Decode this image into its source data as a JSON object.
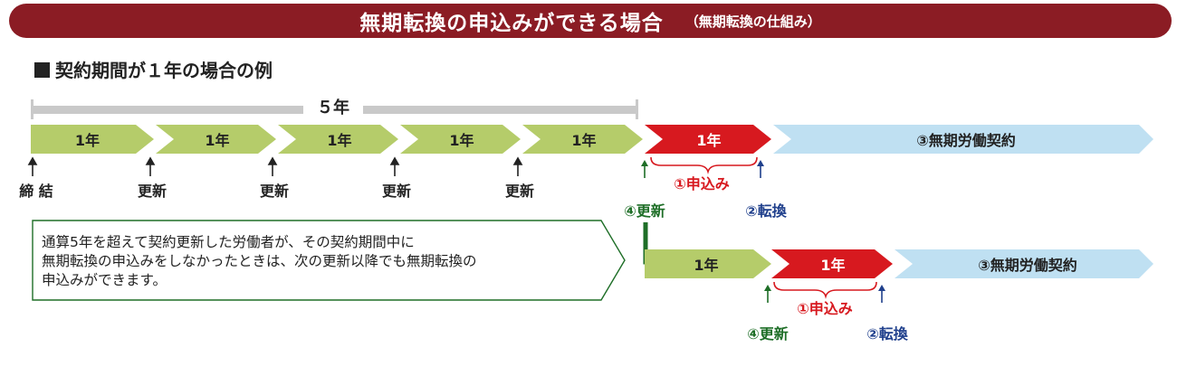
{
  "banner": {
    "title": "無期転換の申込みができる場合",
    "subtitle": "（無期転換の仕組み）"
  },
  "heading": "契約期間が１年の場合の例",
  "span_label": "５年",
  "timeline1": {
    "segments": [
      "1年",
      "1年",
      "1年",
      "1年",
      "1年"
    ],
    "highlight_segment": "1年",
    "indefinite_label": "③無期労働契約",
    "ticks": [
      "締 結",
      "更新",
      "更新",
      "更新",
      "更新"
    ],
    "apply_label": "①申込み",
    "renew_label": "④更新",
    "convert_label": "②転換"
  },
  "note": {
    "line1": "通算5年を超えて契約更新した労働者が、その契約期間中に",
    "line2": "無期転換の申込みをしなかったときは、次の更新以降でも無期転換の",
    "line3": "申込みができます。"
  },
  "timeline2": {
    "segment": "1年",
    "highlight_segment": "1年",
    "indefinite_label": "③無期労働契約",
    "apply_label": "①申込み",
    "renew_label": "④更新",
    "convert_label": "②転換"
  },
  "colors": {
    "banner": "#8b1c24",
    "green_segment": "#b5cc6a",
    "red_segment": "#d7191f",
    "blue_segment": "#bfe0f2",
    "arrow_green": "#1e6e27",
    "text_red": "#d7191f",
    "text_blue": "#1f3f8c"
  }
}
